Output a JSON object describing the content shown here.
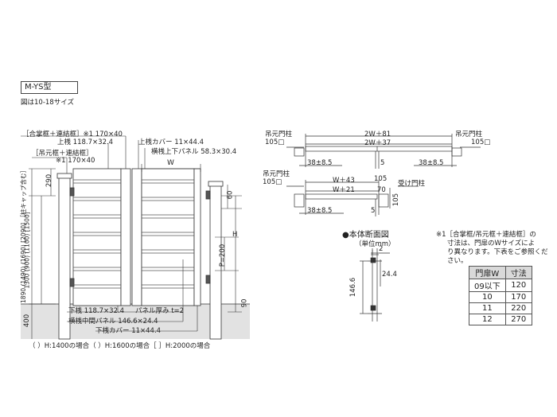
{
  "header": {
    "model": "M-YS型",
    "note": "図は10-18サイズ"
  },
  "front_view": {
    "label_frame_top": "［合掌框＋連結框］※1 170×40",
    "label_top_rail": "上桟 118.7×32.4",
    "label_hinge_frame": "［吊元框＋連結框］",
    "label_hinge_frame_dim": "※1 170×40",
    "label_top_cover": "上桟カバー 11×44.4",
    "label_top_panel": "横桟上下パネル 58.3×30.4",
    "dim_w": "W",
    "dim_h": "H",
    "dim_60": "60",
    "dim_p": "P=200",
    "dim_90": "90",
    "dim_400": "400",
    "height_labels": [
      "1890 (1490) (1690) [2090] ［柱キャップ含む］",
      "1300 (900) (1100) [1500]",
      "290"
    ],
    "label_bottom_rail": "下桟 118.7×32.4",
    "label_panel_thickness": "パネル厚み t=2",
    "label_mid_panel": "横桟中間パネル 146.6×24.4",
    "label_bottom_cover": "下桟カバー 11×44.4",
    "footnote": "（ ）H:1400の場合（ ）H:1600の場合［ ］H:2000の場合"
  },
  "plan_double": {
    "left_post": "吊元門柱",
    "left_post_size": "105□",
    "right_post": "吊元門柱",
    "right_post_size": "105□",
    "dim_outer": "2W＋81",
    "dim_inner": "2W＋37",
    "dim_left": "38±8.5",
    "dim_gap": "5",
    "dim_right": "38±8.5"
  },
  "plan_single": {
    "left_post": "吊元門柱",
    "left_post_size": "105□",
    "right_post": "受け門柱",
    "dim_outer": "W＋43",
    "dim_inner": "W＋21",
    "dim_105": "105",
    "dim_70": "70",
    "dim_105b": "105",
    "dim_left": "38±8.5",
    "dim_gap": "5"
  },
  "section": {
    "title": "●本体断面図",
    "unit": "（単位mm）",
    "dim_2": "2",
    "dim_244": "24.4",
    "dim_1466": "146.6"
  },
  "size_note": {
    "line1": "※1［合掌框/吊元框＋連結框］の",
    "line2": "寸法は、門扉のWサイズによ",
    "line3": "り異なります。下表をご参照くだ",
    "line4": "さい。"
  },
  "size_table": {
    "headers": [
      "門扉W",
      "寸法"
    ],
    "rows": [
      [
        "09以下",
        "120"
      ],
      [
        "10",
        "170"
      ],
      [
        "11",
        "220"
      ],
      [
        "12",
        "270"
      ]
    ]
  }
}
